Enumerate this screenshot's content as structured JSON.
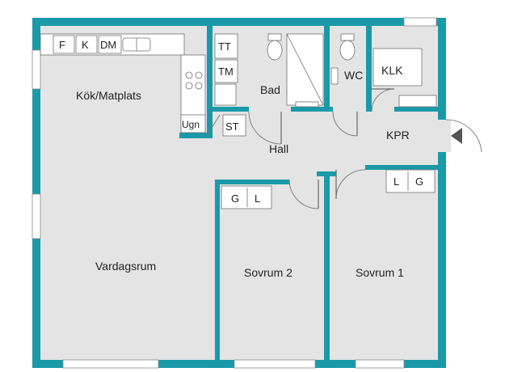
{
  "colors": {
    "wall": "#1a9aa8",
    "floor": "#e4e4e4",
    "fixture": "#ffffff"
  },
  "rooms": {
    "kitchen": "Kök/Matplats",
    "living": "Vardagsrum",
    "bath": "Bad",
    "hall": "Hall",
    "wc": "WC",
    "klk": "KLK",
    "kpr": "KPR",
    "bedroom2": "Sovrum 2",
    "bedroom1": "Sovrum 1"
  },
  "fixtures": {
    "fridge": "F",
    "freezer": "K",
    "dishwasher": "DM",
    "oven": "Ugn",
    "dryer": "TT",
    "washer": "TM",
    "storage": "ST",
    "bed2_wardrobe": "G",
    "bed2_linen": "L",
    "bed1_linen": "L",
    "bed1_wardrobe": "G"
  }
}
